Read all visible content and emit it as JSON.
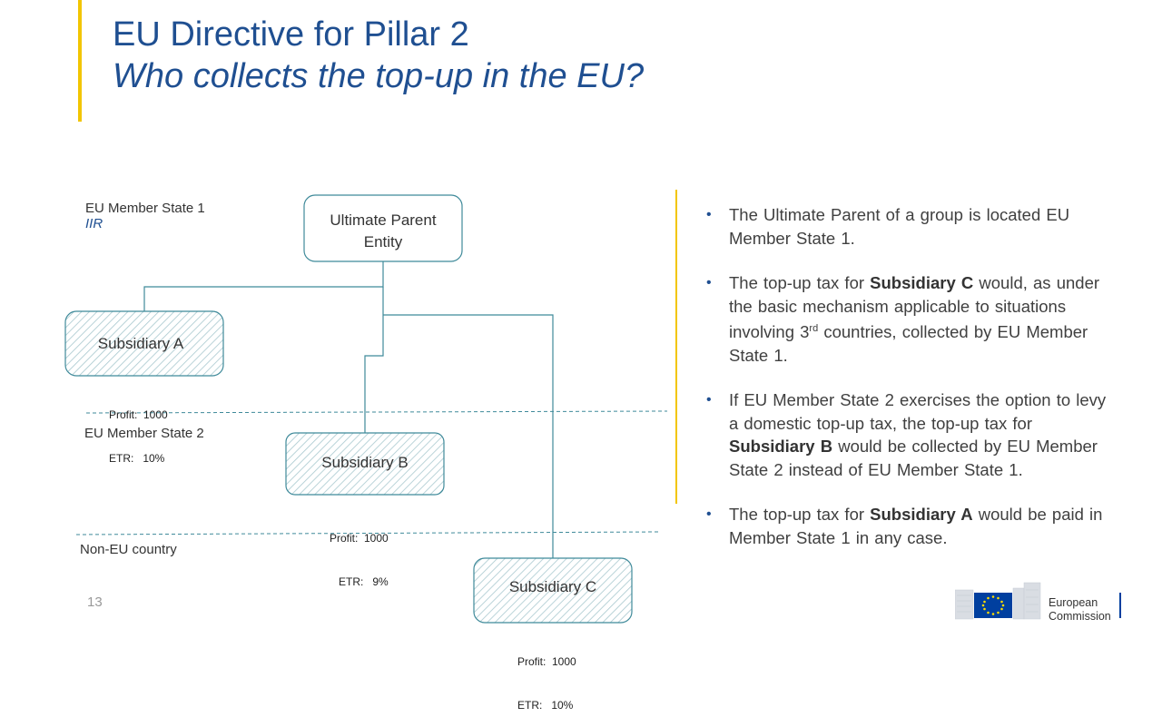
{
  "title": {
    "line1": "EU Directive for Pillar 2",
    "line2": "Who collects the top-up in the EU?"
  },
  "regions": {
    "ms1": {
      "label": "EU Member State 1",
      "sublabel": "IIR"
    },
    "ms2": {
      "label": "EU Member State 2"
    },
    "non_eu": {
      "label": "Non-EU country"
    }
  },
  "nodes": {
    "parent": {
      "line1": "Ultimate Parent",
      "line2": "Entity"
    },
    "sub_a": {
      "label": "Subsidiary A",
      "profit": "Profit:  1000",
      "etr": "ETR:   10%"
    },
    "sub_b": {
      "label": "Subsidiary B",
      "profit": "Profit:  1000",
      "etr": "ETR:   9%"
    },
    "sub_c": {
      "label": "Subsidiary C",
      "profit": "Profit:  1000",
      "etr": "ETR:   10%"
    }
  },
  "bullets": {
    "b1": {
      "text": "The Ultimate Parent of a group is located EU Member State 1."
    },
    "b2": {
      "pre": "The top-up tax for ",
      "bold": "Subsidiary C",
      "mid": " would, as under the basic mechanism applicable to situations involving 3",
      "sup": "rd",
      "post": " countries, collected by EU Member State 1."
    },
    "b3": {
      "pre": "If EU Member State 2 exercises the option to levy a domestic top-up tax, the top-up tax for ",
      "bold": "Subsidiary B",
      "post": " would be collected by EU Member State 2 instead of EU Member State 1."
    },
    "b4": {
      "pre": "The top-up tax for ",
      "bold": "Subsidiary A",
      "post": " would be paid in Member State 1 in any case."
    }
  },
  "page_number": "13",
  "logo": {
    "line1": "European",
    "line2": "Commission"
  },
  "colors": {
    "title": "#1f4f91",
    "accent": "#f2c500",
    "line": "#3f8a9a",
    "hatch": "#a9c9cf"
  }
}
